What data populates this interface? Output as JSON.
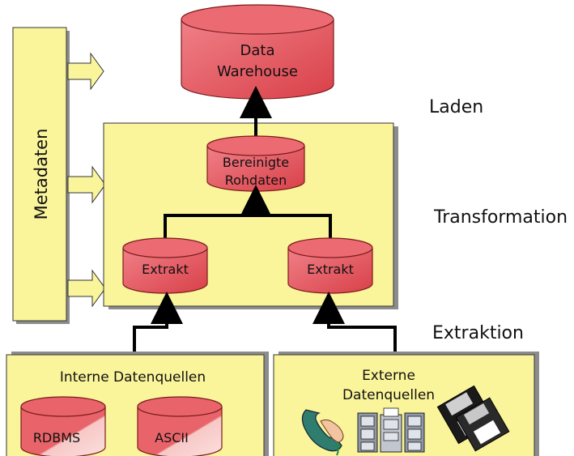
{
  "diagram": {
    "warehouse": {
      "line1": "Data",
      "line2": "Warehouse"
    },
    "cleaned": {
      "line1": "Bereinigte",
      "line2": "Rohdaten"
    },
    "extract_left": "Extrakt",
    "extract_right": "Extrakt",
    "metadata": "Metadaten",
    "internal": {
      "title": "Interne Datenquellen",
      "db1": "RDBMS",
      "db2": "ASCII"
    },
    "external": {
      "title_line1": "Externe",
      "title_line2": "Datenquellen"
    },
    "stages": {
      "load": "Laden",
      "transform": "Transformation",
      "extract": "Extraktion"
    }
  },
  "colors": {
    "panel": "#faf49a",
    "panel_shadow": "#8c8c8c",
    "cylinder_fill": "#e8646a",
    "cylinder_light": "#f7c8c6",
    "cylinder_stroke": "#7a1c1c",
    "arrow": "#000000"
  }
}
